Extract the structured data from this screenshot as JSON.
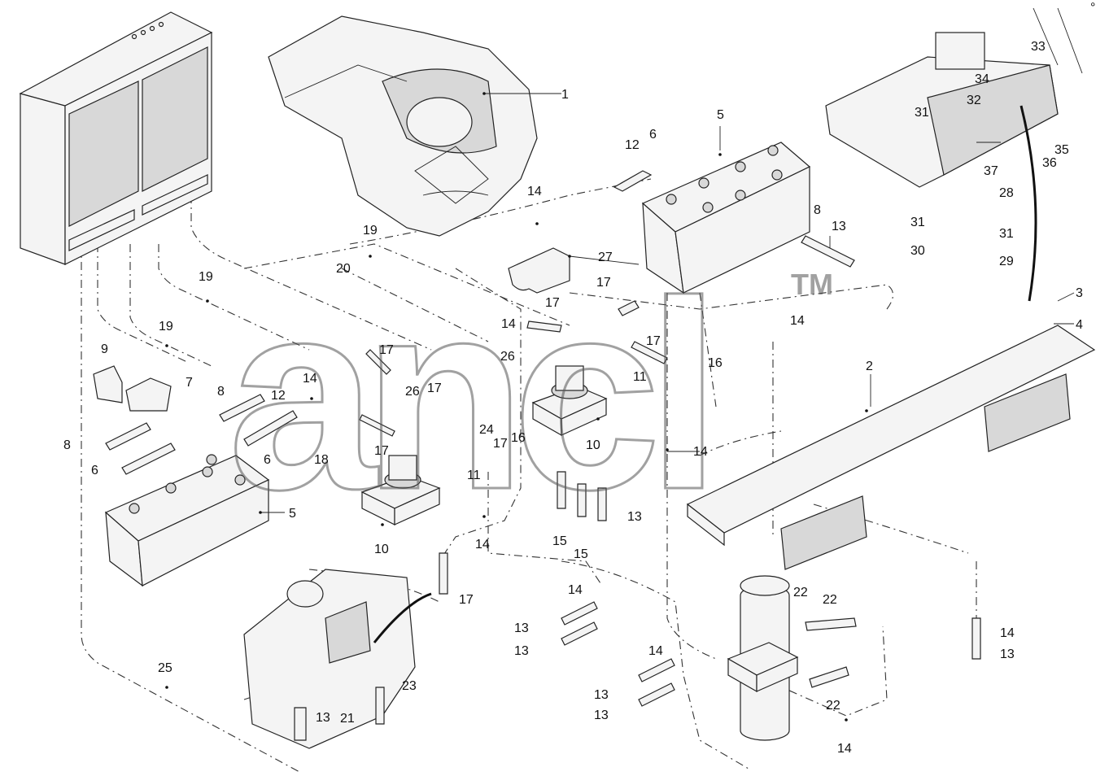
{
  "watermark": {
    "text": "ancl",
    "trademark": "TM"
  },
  "corner_mark": "°",
  "callouts": [
    {
      "id": "c1",
      "text": "1"
    },
    {
      "id": "c2",
      "text": "2"
    },
    {
      "id": "c3",
      "text": "3"
    },
    {
      "id": "c4",
      "text": "4"
    },
    {
      "id": "c5a",
      "text": "5"
    },
    {
      "id": "c5b",
      "text": "5"
    },
    {
      "id": "c6a",
      "text": "6"
    },
    {
      "id": "c6b",
      "text": "6"
    },
    {
      "id": "c6c",
      "text": "6"
    },
    {
      "id": "c7",
      "text": "7"
    },
    {
      "id": "c8a",
      "text": "8"
    },
    {
      "id": "c8b",
      "text": "8"
    },
    {
      "id": "c8c",
      "text": "8"
    },
    {
      "id": "c9",
      "text": "9"
    },
    {
      "id": "c10a",
      "text": "10"
    },
    {
      "id": "c10b",
      "text": "10"
    },
    {
      "id": "c11a",
      "text": "11"
    },
    {
      "id": "c11b",
      "text": "11"
    },
    {
      "id": "c12a",
      "text": "12"
    },
    {
      "id": "c12b",
      "text": "12"
    },
    {
      "id": "c13a",
      "text": "13"
    },
    {
      "id": "c13b",
      "text": "13"
    },
    {
      "id": "c13c",
      "text": "13"
    },
    {
      "id": "c13d",
      "text": "13"
    },
    {
      "id": "c13e",
      "text": "13"
    },
    {
      "id": "c13f",
      "text": "13"
    },
    {
      "id": "c13g",
      "text": "13"
    },
    {
      "id": "c13h",
      "text": "13"
    },
    {
      "id": "c14a",
      "text": "14"
    },
    {
      "id": "c14b",
      "text": "14"
    },
    {
      "id": "c14c",
      "text": "14"
    },
    {
      "id": "c14d",
      "text": "14"
    },
    {
      "id": "c14e",
      "text": "14"
    },
    {
      "id": "c14f",
      "text": "14"
    },
    {
      "id": "c14g",
      "text": "14"
    },
    {
      "id": "c14h",
      "text": "14"
    },
    {
      "id": "c14i",
      "text": "14"
    },
    {
      "id": "c14j",
      "text": "14"
    },
    {
      "id": "c15a",
      "text": "15"
    },
    {
      "id": "c15b",
      "text": "15"
    },
    {
      "id": "c16a",
      "text": "16"
    },
    {
      "id": "c16b",
      "text": "16"
    },
    {
      "id": "c17a",
      "text": "17"
    },
    {
      "id": "c17b",
      "text": "17"
    },
    {
      "id": "c17c",
      "text": "17"
    },
    {
      "id": "c17d",
      "text": "17"
    },
    {
      "id": "c17e",
      "text": "17"
    },
    {
      "id": "c17f",
      "text": "17"
    },
    {
      "id": "c17g",
      "text": "17"
    },
    {
      "id": "c17h",
      "text": "17"
    },
    {
      "id": "c18",
      "text": "18"
    },
    {
      "id": "c19a",
      "text": "19"
    },
    {
      "id": "c19b",
      "text": "19"
    },
    {
      "id": "c19c",
      "text": "19"
    },
    {
      "id": "c20",
      "text": "20"
    },
    {
      "id": "c21",
      "text": "21"
    },
    {
      "id": "c22a",
      "text": "22"
    },
    {
      "id": "c22b",
      "text": "22"
    },
    {
      "id": "c22c",
      "text": "22"
    },
    {
      "id": "c23",
      "text": "23"
    },
    {
      "id": "c24",
      "text": "24"
    },
    {
      "id": "c25",
      "text": "25"
    },
    {
      "id": "c26a",
      "text": "26"
    },
    {
      "id": "c26b",
      "text": "26"
    },
    {
      "id": "c27",
      "text": "27"
    },
    {
      "id": "c28",
      "text": "28"
    },
    {
      "id": "c29",
      "text": "29"
    },
    {
      "id": "c30",
      "text": "30"
    },
    {
      "id": "c31a",
      "text": "31"
    },
    {
      "id": "c31b",
      "text": "31"
    },
    {
      "id": "c31c",
      "text": "31"
    },
    {
      "id": "c32",
      "text": "32"
    },
    {
      "id": "c33",
      "text": "33"
    },
    {
      "id": "c34",
      "text": "34"
    },
    {
      "id": "c35",
      "text": "35"
    },
    {
      "id": "c36",
      "text": "36"
    },
    {
      "id": "c37",
      "text": "37"
    }
  ]
}
